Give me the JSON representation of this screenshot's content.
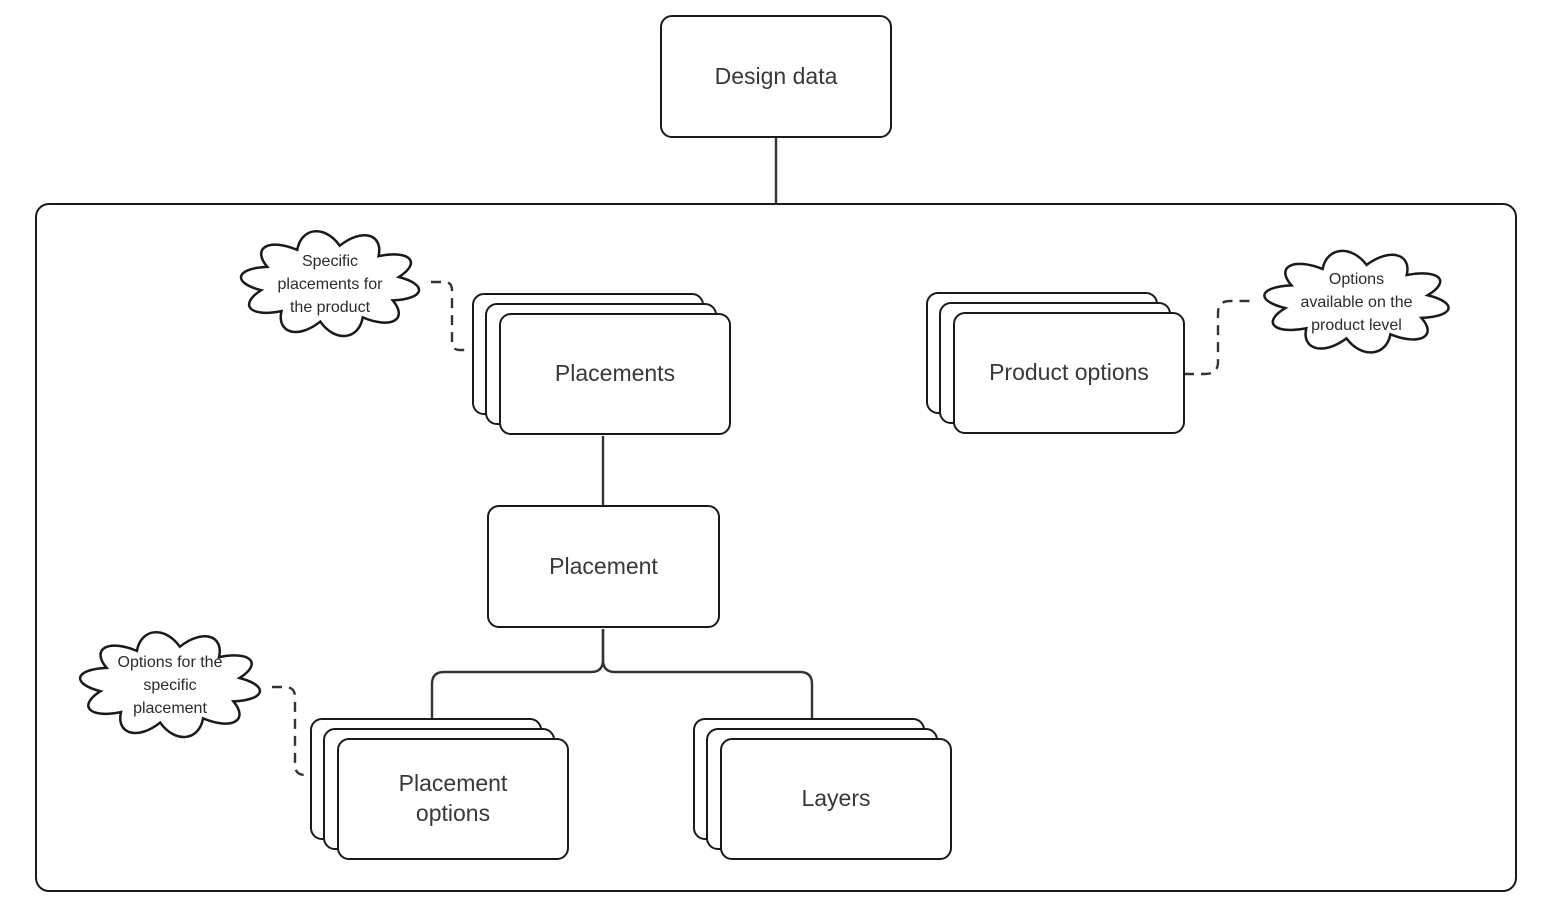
{
  "diagram": {
    "nodes": {
      "design_data": {
        "label": "Design data"
      },
      "placements": {
        "label": "Placements"
      },
      "product_options": {
        "label": "Product options"
      },
      "placement": {
        "label": "Placement"
      },
      "placement_options": {
        "label": [
          "Placement",
          "options"
        ]
      },
      "layers": {
        "label": "Layers"
      }
    },
    "annotations": {
      "specific_placements": {
        "lines": [
          "Specific",
          "placements for",
          "the product"
        ]
      },
      "product_level_options": {
        "lines": [
          "Options",
          "available on the",
          "product level"
        ]
      },
      "placement_level_options": {
        "lines": [
          "Options for the",
          "specific",
          "placement"
        ]
      }
    },
    "colors": {
      "shape_stroke": "#1a1a1a",
      "connector_stroke": "#333333",
      "node_text": "#383838",
      "annotation_text": "#2b2b2b",
      "background": "#ffffff"
    }
  }
}
